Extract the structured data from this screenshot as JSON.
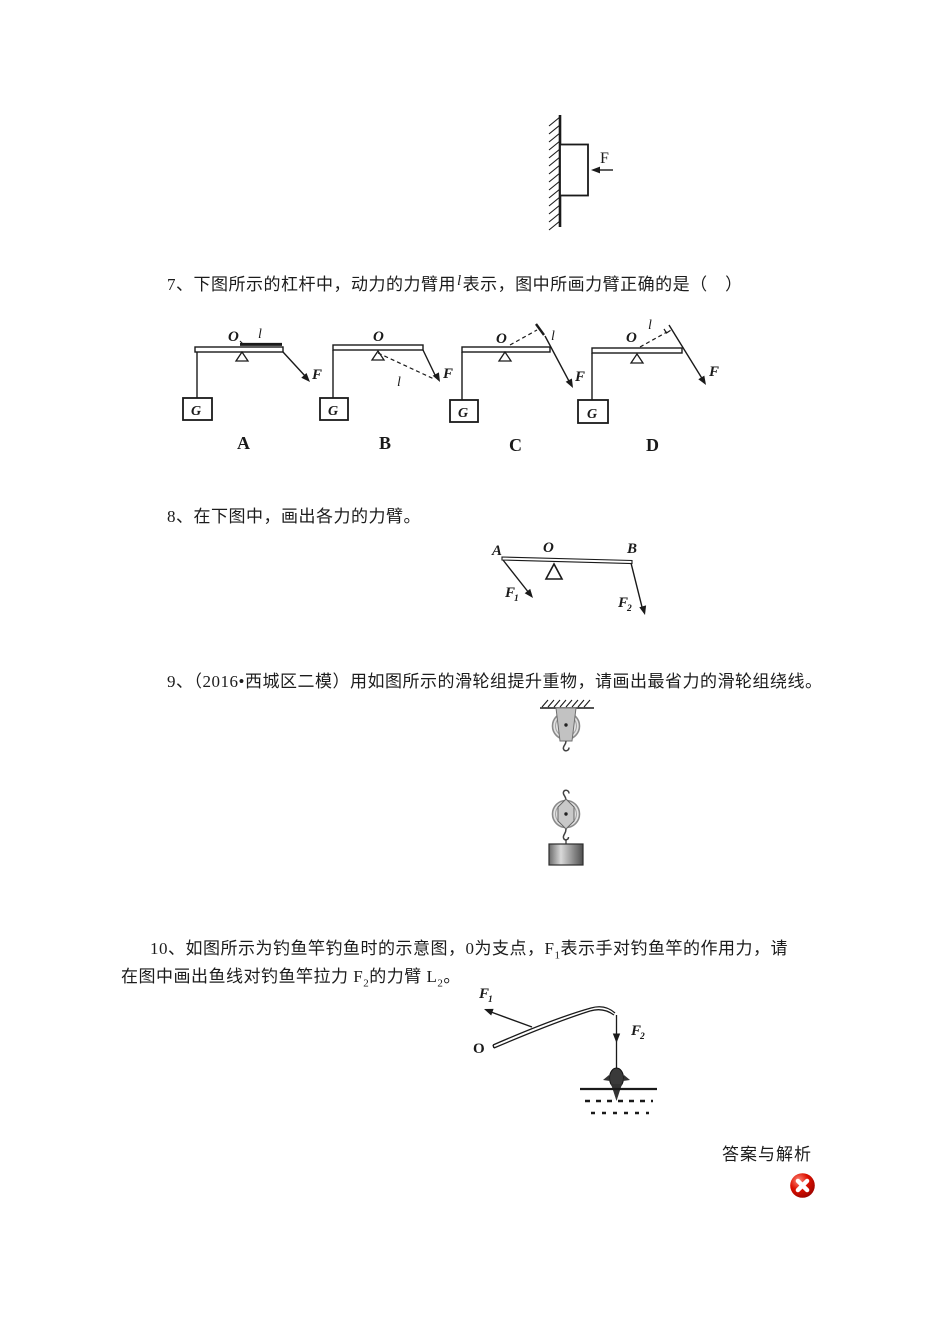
{
  "fig_wall": {
    "force": "F"
  },
  "q7": {
    "prefix": "7、下图所示的杠杆中，动力的力臂用",
    "symbol": "l",
    "suffix": "表示，图中所画力臂正确的是（　）",
    "a": {
      "o": "O",
      "arm": "l",
      "force": "F",
      "weight": "G",
      "label": "A"
    },
    "b": {
      "o": "O",
      "arm": "l",
      "force": "F",
      "weight": "G",
      "label": "B"
    },
    "c": {
      "o": "O",
      "arm": "l",
      "force": "F",
      "weight": "G",
      "label": "C"
    },
    "d": {
      "o": "O",
      "arm": "l",
      "force": "F",
      "weight": "G",
      "label": "D"
    }
  },
  "q8": {
    "text": "8、在下图中，画出各力的力臂。",
    "fig": {
      "a": "A",
      "o": "O",
      "b": "B",
      "f": "F",
      "s1": "1",
      "s2": "2"
    }
  },
  "q9": {
    "text": "9、（2016•西城区二模）用如图所示的滑轮组提升重物，请画出最省力的滑轮组绕线。"
  },
  "q10": {
    "line1a": "10、如图所示为钓鱼竿钓鱼时的示意图，0为支点，F",
    "sub1": "1",
    "line1b": "表示手对钓鱼竿的作用力，请",
    "line2a": "在图中画出鱼线对钓鱼竿拉力 F",
    "sub2": "2",
    "line2b": "的力臂 L",
    "sub3": "2",
    "line2c": "。",
    "fig": {
      "f1": "F",
      "s1": "1",
      "f2": "F",
      "s2": "2",
      "o": "O"
    }
  },
  "footer": {
    "answers": "答案与解析",
    "icon": "error-x-icon"
  }
}
